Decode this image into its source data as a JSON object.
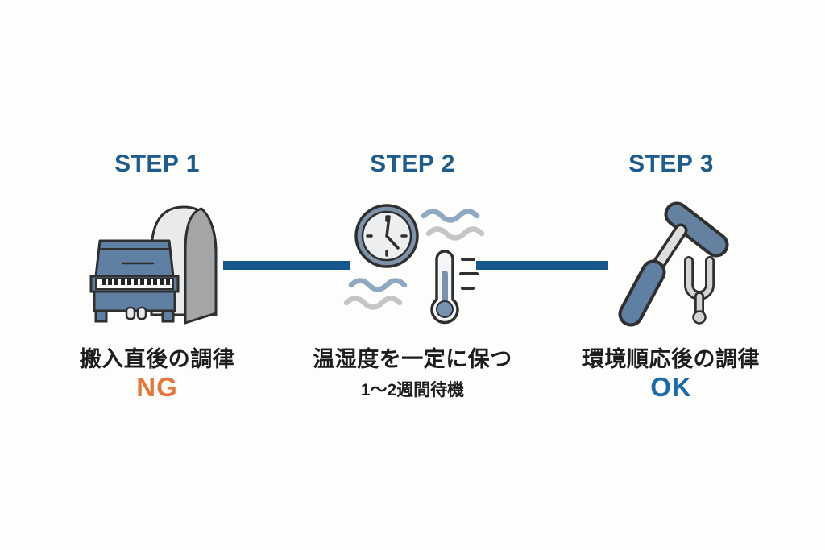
{
  "colors": {
    "step_header_blue": "#1e5c8e",
    "connector_blue": "#15578d",
    "ng_orange": "#e4763a",
    "ok_blue": "#1a6ba8",
    "caption_dark": "#1d1d1f",
    "icon_blue": "#5f7fa3",
    "icon_light_gray": "#d2d4d6",
    "wave_blue": "#8fa9c2",
    "wave_gray": "#c3c5c7"
  },
  "steps": [
    {
      "label": "STEP 1",
      "icon": "piano-and-door-icon",
      "caption": "搬入直後の調律",
      "status": "NG"
    },
    {
      "label": "STEP 2",
      "icon": "clock-airflow-thermometer-icon",
      "caption": "温湿度を一定に保つ",
      "note": "1〜2週間待機"
    },
    {
      "label": "STEP 3",
      "icon": "tuning-hammer-and-fork-icon",
      "caption": "環境順応後の調律",
      "status": "OK"
    }
  ]
}
